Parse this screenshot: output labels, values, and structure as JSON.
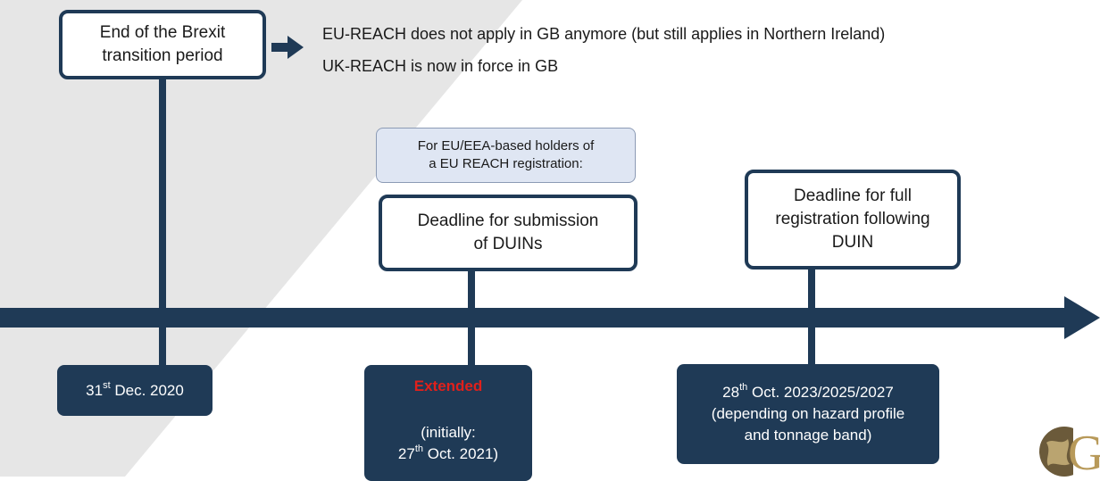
{
  "events": [
    {
      "line1": "End of the Brexit",
      "line2": "transition period"
    },
    {
      "line1": "Deadline for submission",
      "line2": "of DUINs"
    },
    {
      "line1": "Deadline for full",
      "line2": "registration following",
      "line3": "DUIN"
    }
  ],
  "info": {
    "line1": "EU-REACH does not apply in GB anymore (but still applies in Northern Ireland)",
    "line2": "UK-REACH is now in force in GB"
  },
  "note": {
    "line1": "For EU/EEA-based holders of",
    "line2": "a EU REACH registration:"
  },
  "dates": {
    "d1": {
      "num": "31",
      "sup": "st",
      "rest": " Dec. 2020"
    },
    "d2": {
      "extended": "Extended",
      "line2": "(initially:",
      "num": "27",
      "sup": "th",
      "rest": " Oct. 2021)"
    },
    "d3": {
      "num": "28",
      "sup": "th",
      "rest": " Oct. 2023/2025/2027",
      "line2": "(depending on hazard profile",
      "line3": "and tonnage band)"
    }
  },
  "logo": {
    "text": "GP"
  },
  "colors": {
    "navy": "#1f3a56",
    "note_bg": "#dfe6f3",
    "highlight_red": "#e0201b",
    "background_grey": "#e6e6e6"
  }
}
